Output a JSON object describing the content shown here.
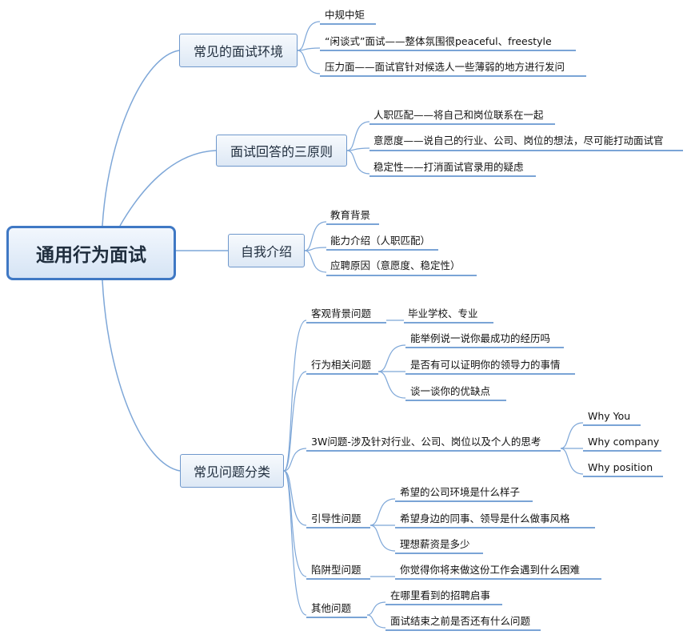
{
  "root": {
    "label": "通用行为面试"
  },
  "branches": [
    {
      "label": "常见的面试环境",
      "children": [
        {
          "label": "中规中矩"
        },
        {
          "label": "“闲谈式”面试——整体氛围很peaceful、freestyle"
        },
        {
          "label": "压力面——面试官针对候选人一些薄弱的地方进行发问"
        }
      ]
    },
    {
      "label": "面试回答的三原则",
      "children": [
        {
          "label": "人职匹配——将自己和岗位联系在一起"
        },
        {
          "label": "意愿度——说自己的行业、公司、岗位的想法，尽可能打动面试官"
        },
        {
          "label": "稳定性——打消面试官录用的疑虑"
        }
      ]
    },
    {
      "label": "自我介绍",
      "children": [
        {
          "label": "教育背景"
        },
        {
          "label": "能力介绍（人职匹配）"
        },
        {
          "label": "应聘原因（意愿度、稳定性）"
        }
      ]
    },
    {
      "label": "常见问题分类",
      "children": [
        {
          "label": "客观背景问题",
          "children": [
            {
              "label": "毕业学校、专业"
            }
          ]
        },
        {
          "label": "行为相关问题",
          "children": [
            {
              "label": "能举例说一说你最成功的经历吗"
            },
            {
              "label": "是否有可以证明你的领导力的事情"
            },
            {
              "label": "谈一谈你的优缺点"
            }
          ]
        },
        {
          "label": "3W问题-涉及针对行业、公司、岗位以及个人的思考",
          "children": [
            {
              "label": "Why You"
            },
            {
              "label": "Why company"
            },
            {
              "label": "Why position"
            }
          ]
        },
        {
          "label": "引导性问题",
          "children": [
            {
              "label": "希望的公司环境是什么样子"
            },
            {
              "label": "希望身边的同事、领导是什么做事风格"
            },
            {
              "label": "理想薪资是多少"
            }
          ]
        },
        {
          "label": "陷阱型问题",
          "children": [
            {
              "label": "你觉得你将来做这份工作会遇到什么困难"
            }
          ]
        },
        {
          "label": "其他问题",
          "children": [
            {
              "label": "在哪里看到的招聘启事"
            },
            {
              "label": "面试结束之前是否还有什么问题"
            }
          ]
        }
      ]
    }
  ],
  "colors": {
    "line": "#7ea7d8",
    "underline": "#4f86c9",
    "box_border": "#6f98cc",
    "root_border": "#3f78c4",
    "text": "#1f2d3d"
  }
}
